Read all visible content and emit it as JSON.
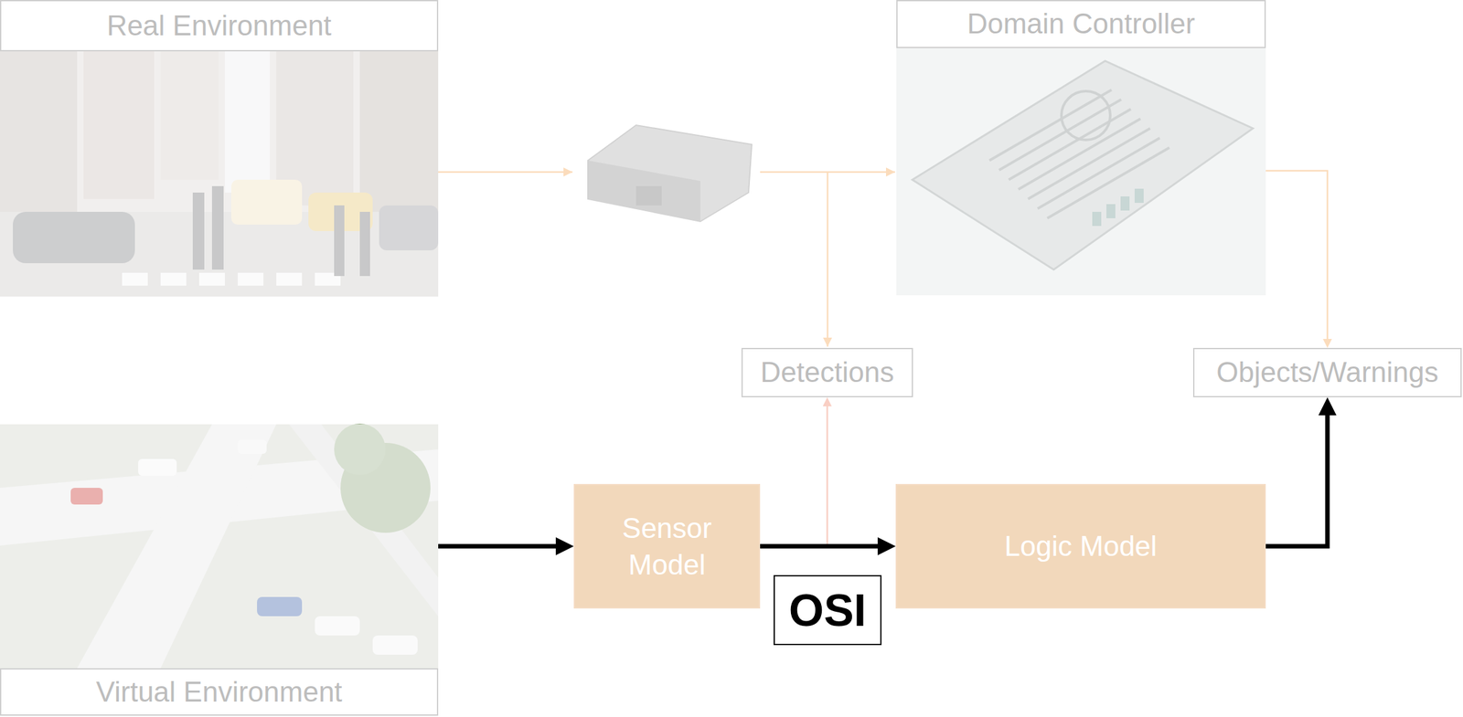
{
  "diagram": {
    "nodes": [
      {
        "text": [
          "Real Environment"
        ]
      },
      {
        "text": [
          "Domain Controller"
        ]
      },
      {
        "text": [
          "Detections"
        ]
      },
      {
        "text": [
          "Objects/Warnings"
        ]
      },
      {
        "text": [
          "Virtual Environment"
        ]
      },
      {
        "text": [
          "Sensor Model"
        ]
      },
      {
        "text": [
          "OSI"
        ]
      },
      {
        "text": [
          "Logic Model"
        ]
      }
    ],
    "edges": [
      {
        "from": 4,
        "to": 5,
        "arrow": "to"
      },
      {
        "from": 5,
        "to": 7,
        "arrow": "to"
      },
      {
        "from": 7,
        "to": 3,
        "arrow": "to"
      },
      {
        "from": 1,
        "to": 3,
        "arrow": "to"
      },
      {
        "from": 5,
        "to": 2,
        "arrow": "to"
      }
    ]
  }
}
